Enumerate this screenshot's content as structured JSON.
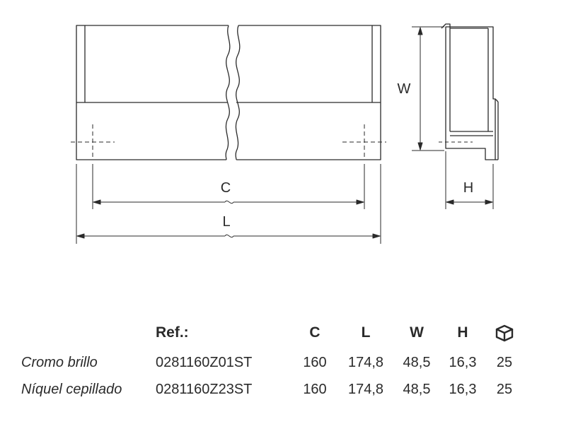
{
  "drawing": {
    "dimension_labels": {
      "c": "C",
      "l": "L",
      "w": "W",
      "h": "H"
    }
  },
  "table": {
    "headers": {
      "ref": "Ref.:",
      "c": "C",
      "l": "L",
      "w": "W",
      "h": "H",
      "package_icon": "box-icon"
    },
    "rows": [
      {
        "variant": "Cromo brillo",
        "ref": "0281160Z01ST",
        "c": "160",
        "l": "174,8",
        "w": "48,5",
        "h": "16,3",
        "qty": "25"
      },
      {
        "variant": "Níquel cepillado",
        "ref": "0281160Z23ST",
        "c": "160",
        "l": "174,8",
        "w": "48,5",
        "h": "16,3",
        "qty": "25"
      }
    ]
  }
}
